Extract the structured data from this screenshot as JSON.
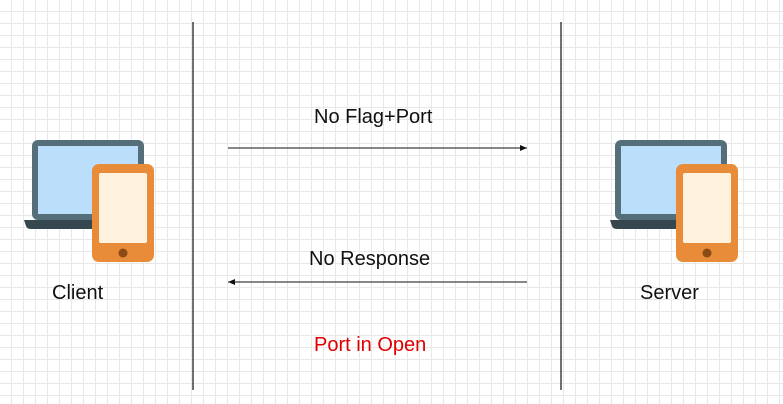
{
  "participants": {
    "client": {
      "label": "Client",
      "icon": "laptop-phone-icon"
    },
    "server": {
      "label": "Server",
      "icon": "laptop-phone-icon"
    }
  },
  "messages": {
    "request": "No Flag+Port",
    "response": "No Response",
    "status": "Port in Open"
  },
  "colors": {
    "laptop_frame": "#546E7A",
    "laptop_screen": "#BBDEFB",
    "laptop_base": "#37474F",
    "phone_body": "#E98C3A",
    "phone_screen": "#FFF3E0",
    "phone_button": "#8A4B17",
    "status_text": "#E00000",
    "lines": "#111111"
  }
}
